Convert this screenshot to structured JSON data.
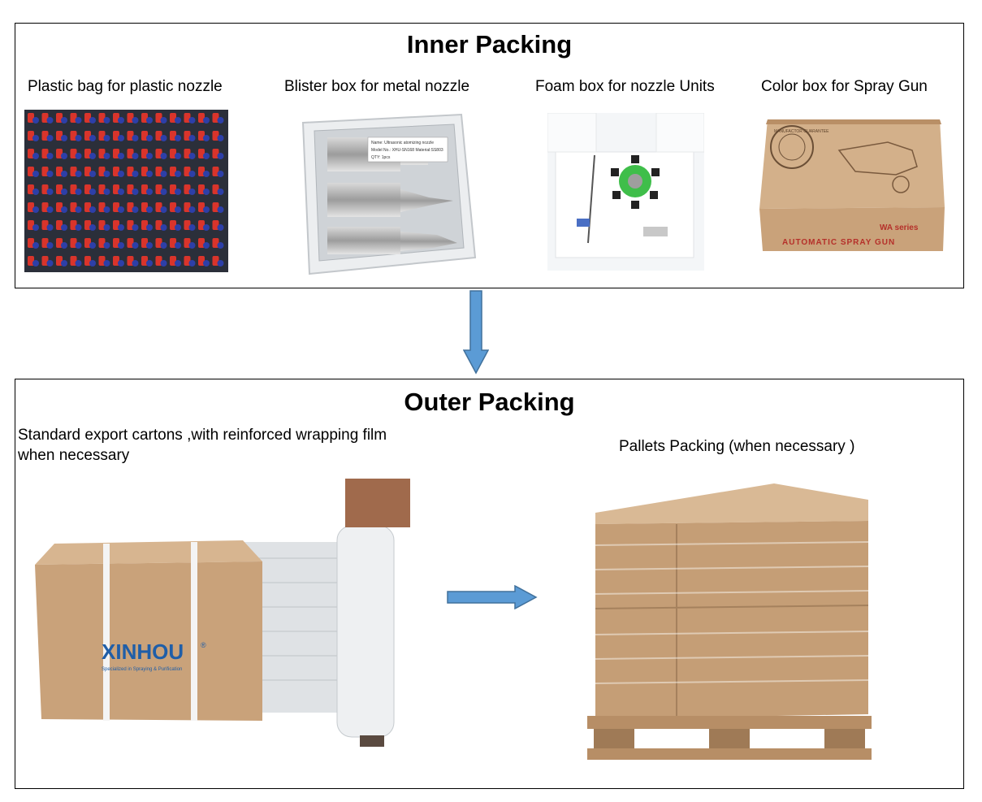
{
  "inner": {
    "title": "Inner Packing",
    "items": [
      {
        "caption": "Plastic bag for plastic nozzle"
      },
      {
        "caption": "Blister box for metal nozzle",
        "label_lines": [
          "Name: Ultrasonic atomizing nozzle",
          "Model No.: XHU-SN168  Material:SS803",
          "QTY: 1pcs"
        ]
      },
      {
        "caption": "Foam box for nozzle Units"
      },
      {
        "caption": "Color box for Spray Gun",
        "badge": "MANUFACTOR GUARANTEE",
        "series": "WA series",
        "print": "AUTOMATIC  SPRAY GUN"
      }
    ]
  },
  "outer": {
    "title": "Outer Packing",
    "left_caption_line1": "Standard export cartons ,with reinforced wrapping film",
    "left_caption_line2": "when necessary",
    "right_caption": "Pallets Packing (when necessary )",
    "brand": "XINHOU",
    "brand_mark": "®",
    "brand_tagline": "Specialized in Spraying & Purification"
  },
  "colors": {
    "arrow_fill": "#5b9bd5",
    "arrow_stroke": "#41719c",
    "cardboard": "#c9a27a",
    "brand_blue": "#1f5ea8"
  }
}
